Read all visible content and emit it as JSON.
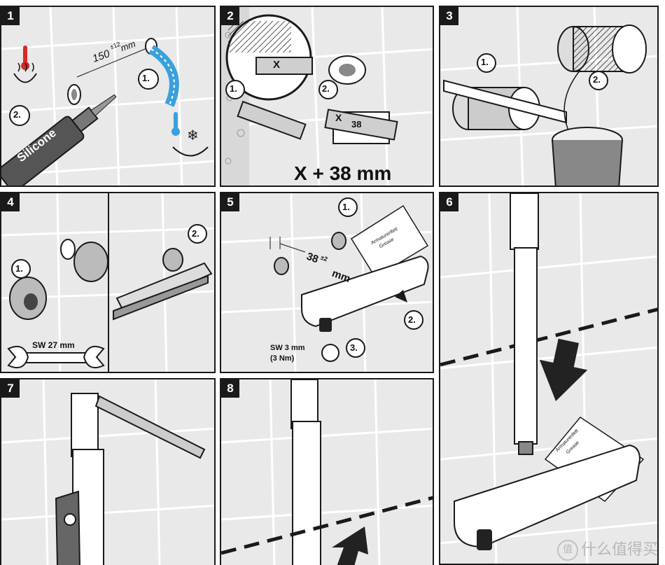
{
  "panels": [
    {
      "number": "1",
      "labels": {
        "distance": "150",
        "tolerance": "±12",
        "unit": "mm",
        "tube": "Silicone",
        "step1": "1.",
        "step2": "2."
      }
    },
    {
      "number": "2",
      "labels": {
        "x1": "X",
        "x2": "X",
        "n38": "38",
        "formula": "X + 38 mm",
        "step1": "1.",
        "step2": "2."
      }
    },
    {
      "number": "3",
      "labels": {
        "step1": "1.",
        "step2": "2."
      }
    },
    {
      "number": "4",
      "labels": {
        "wrench": "SW 27 mm",
        "step1": "1.",
        "step2": "2."
      }
    },
    {
      "number": "5",
      "labels": {
        "dim": "38",
        "tol": "±2",
        "unit": "mm",
        "card_line1": "Armaturenfett",
        "card_line2": "Grease",
        "sw": "SW 3 mm",
        "torque": "(3 Nm)",
        "step1": "1.",
        "step2": "2.",
        "step3": "3."
      }
    },
    {
      "number": "6",
      "labels": {
        "card_line1": "Armaturenfett",
        "card_line2": "Grease"
      }
    },
    {
      "number": "7",
      "labels": {}
    },
    {
      "number": "8",
      "labels": {}
    }
  ],
  "watermark": {
    "icon": "值",
    "text": "什么值得买"
  }
}
